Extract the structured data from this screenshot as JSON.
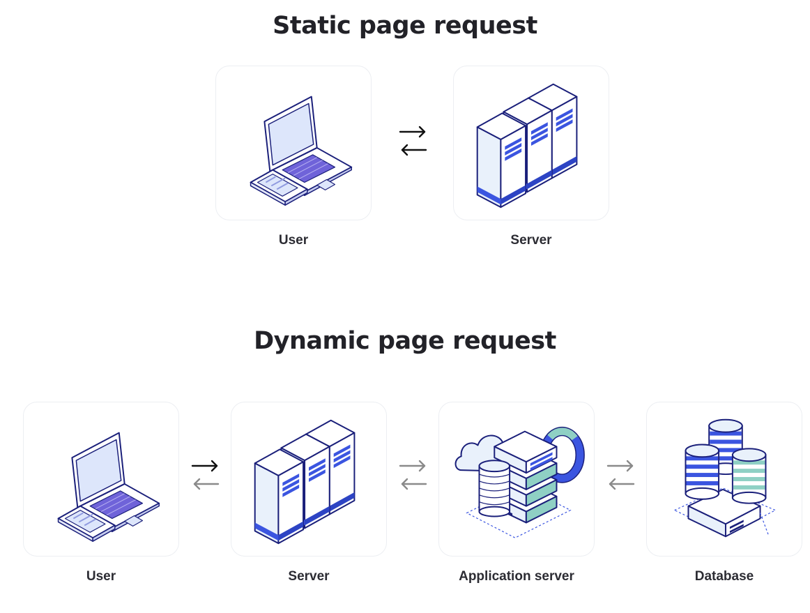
{
  "static_section": {
    "title": "Static page request",
    "nodes": [
      {
        "label": "User",
        "icon": "laptop-phone-icon"
      },
      {
        "label": "Server",
        "icon": "server-rack-icon"
      }
    ],
    "arrow_color": "#111111"
  },
  "dynamic_section": {
    "title": "Dynamic page request",
    "nodes": [
      {
        "label": "User",
        "icon": "laptop-phone-icon"
      },
      {
        "label": "Server",
        "icon": "server-rack-icon"
      },
      {
        "label": "Application server",
        "icon": "application-server-icon"
      },
      {
        "label": "Database",
        "icon": "database-icon"
      }
    ],
    "arrow_colors": {
      "active": "#111111",
      "muted": "#8a8a8a"
    }
  },
  "palette": {
    "outline": "#1a1f7a",
    "fill_light": "#e9f1fb",
    "screen": "#dde6fb",
    "accent_blue": "#3b55e0",
    "keyboard": "#6f63d9",
    "teal": "#8fd0c4",
    "card_border": "#eceef2"
  }
}
